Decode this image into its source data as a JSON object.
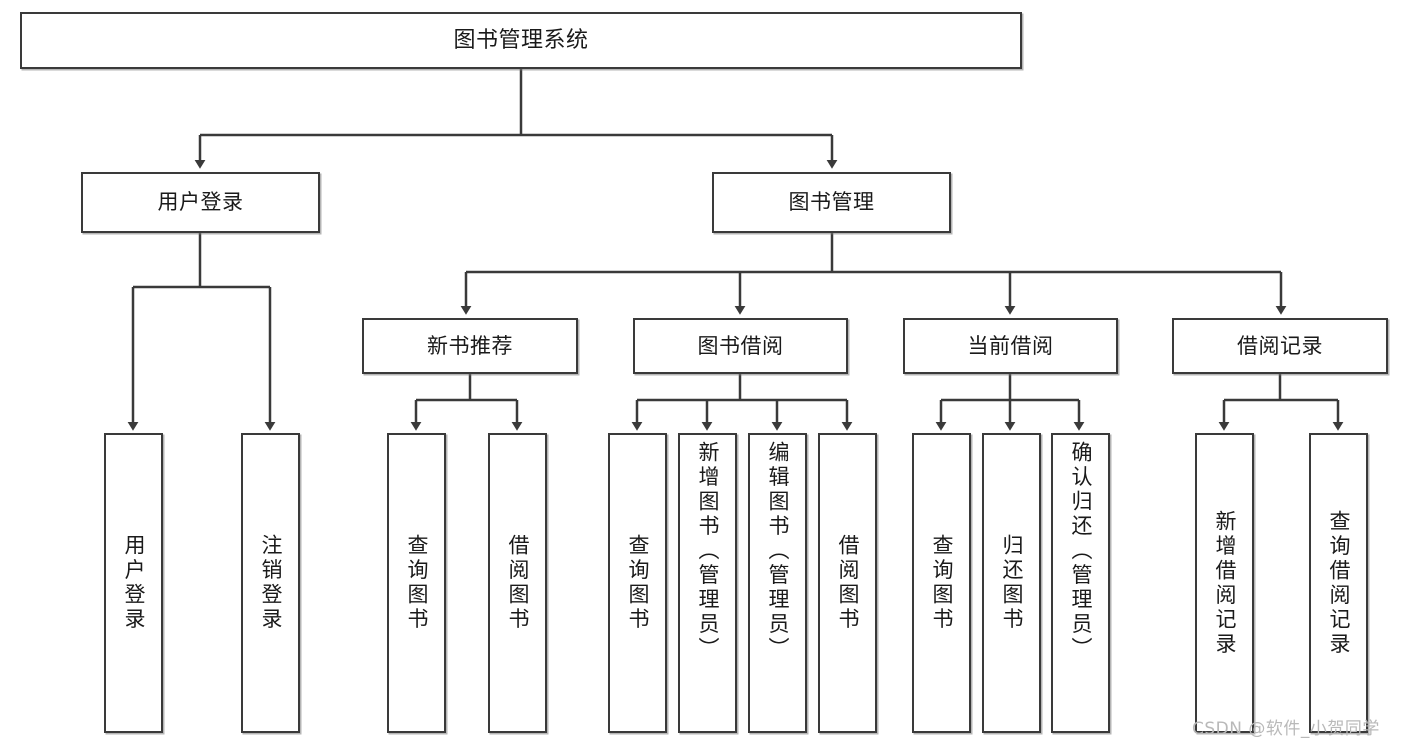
{
  "diagram": {
    "type": "hierarchy-tree",
    "title": "图书管理系统",
    "colors": {
      "stroke": "#3a3a3a",
      "fill": "#ffffff",
      "text": "#1a1a1a",
      "watermark": "#b9b9b9"
    },
    "watermark": "CSDN @软件_小贺同学",
    "levels": {
      "root": "图书管理系统",
      "level2": [
        "用户登录",
        "图书管理"
      ],
      "level3": [
        "新书推荐",
        "图书借阅",
        "当前借阅",
        "借阅记录"
      ]
    },
    "nodes": {
      "root": {
        "label": "图书管理系统"
      },
      "user_login": {
        "label": "用户登录"
      },
      "book_manage": {
        "label": "图书管理"
      },
      "new_book_rec": {
        "label": "新书推荐"
      },
      "book_borrow": {
        "label": "图书借阅"
      },
      "current_borrow": {
        "label": "当前借阅"
      },
      "borrow_record": {
        "label": "借阅记录"
      },
      "leaf_user_login": {
        "label": "用户登录"
      },
      "leaf_logout": {
        "label": "注销登录"
      },
      "leaf_query_book_1": {
        "label": "查询图书"
      },
      "leaf_borrow_book_1": {
        "label": "借阅图书"
      },
      "leaf_query_book_2": {
        "label": "查询图书"
      },
      "leaf_add_book_admin": {
        "label": "新增图书（管理员）"
      },
      "leaf_edit_book_admin": {
        "label": "编辑图书（管理员）"
      },
      "leaf_borrow_book_2": {
        "label": "借阅图书"
      },
      "leaf_query_book_3": {
        "label": "查询图书"
      },
      "leaf_return_book": {
        "label": "归还图书"
      },
      "leaf_confirm_return_admin": {
        "label": "确认归还（管理员）"
      },
      "leaf_add_record": {
        "label": "新增借阅记录"
      },
      "leaf_query_record": {
        "label": "查询借阅记录"
      }
    }
  }
}
